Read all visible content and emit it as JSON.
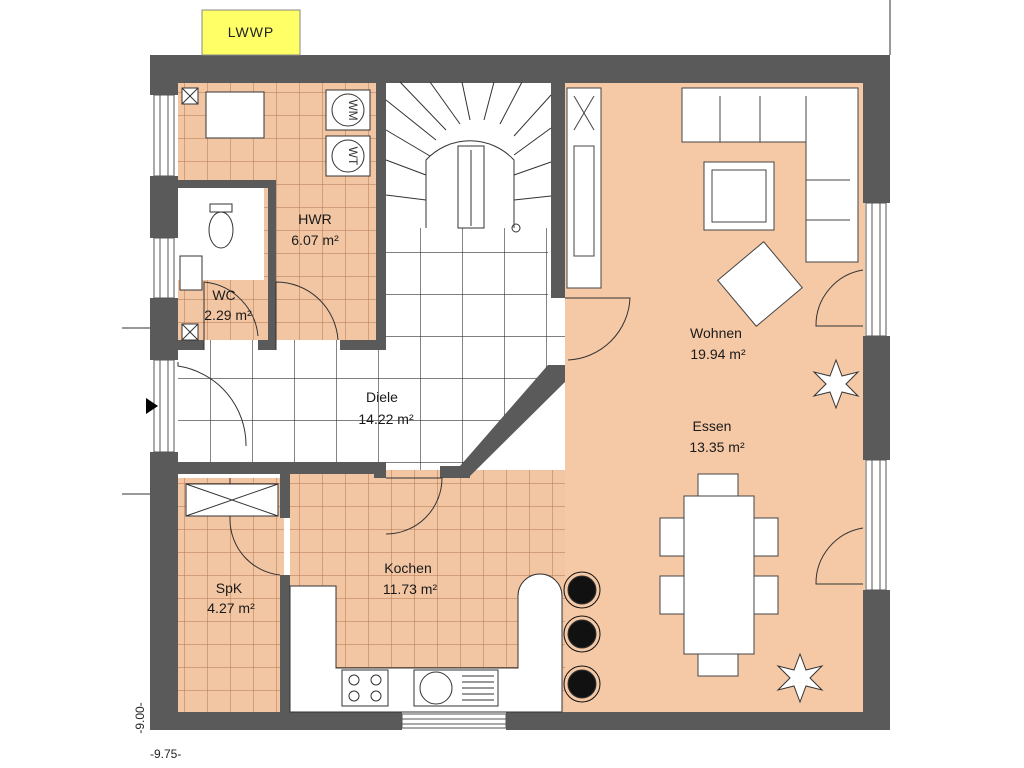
{
  "plan": {
    "tag": "LWWP",
    "dimensions": {
      "horizontal": "-9.75-",
      "vertical": "-9.00-"
    },
    "colors": {
      "wall": "#5a5a5a",
      "floor_warm": "#f6c9a6",
      "floor_tile": "#f3c6a3",
      "grid_line": "#b87a56",
      "stair_grid": "#333333",
      "tag_fill": "#ffff66"
    },
    "rooms": [
      {
        "id": "hwr",
        "name": "HWR",
        "area": "6.07 m²"
      },
      {
        "id": "wc",
        "name": "WC",
        "area": "2.29 m²"
      },
      {
        "id": "diele",
        "name": "Diele",
        "area": "14.22 m²"
      },
      {
        "id": "wohnen",
        "name": "Wohnen",
        "area": "19.94 m²"
      },
      {
        "id": "essen",
        "name": "Essen",
        "area": "13.35 m²"
      },
      {
        "id": "kochen",
        "name": "Kochen",
        "area": "11.73 m²"
      },
      {
        "id": "spk",
        "name": "SpK",
        "area": "4.27 m²"
      }
    ],
    "appliances": {
      "washer": "WM",
      "dryer": "WT"
    }
  }
}
